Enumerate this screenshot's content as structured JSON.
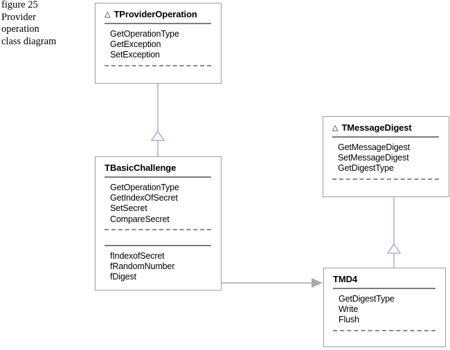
{
  "figure": {
    "caption": "figure 25\nProvider\noperation\nclass diagram"
  },
  "diagram": {
    "type": "uml-class-diagram",
    "colors": {
      "box_border": "#9d9d9d",
      "box_fill": "#ffffff",
      "separator_solid": "#7c7c7c",
      "separator_dashed": "#8a8a8a",
      "inheritance_line": "#b0b0d8",
      "association_line": "#a8a8a8",
      "text": "#000000"
    },
    "abstract_marker": "△",
    "classes": [
      {
        "id": "tprovideroperation",
        "name": "TProviderOperation",
        "abstract": true,
        "methods": [
          "GetOperationType",
          "GetException",
          "SetException"
        ],
        "fields": [],
        "has_trailing_dashed_rule": true,
        "has_field_rule": false
      },
      {
        "id": "tbasicchallenge",
        "name": "TBasicChallenge",
        "abstract": false,
        "methods": [
          "GetOperationType",
          "GetIndexOfSecret",
          "SetSecret",
          "CompareSecret"
        ],
        "fields": [
          "fIndexofSecret",
          "fRandomNumber",
          "fDigest"
        ],
        "has_trailing_dashed_rule": true,
        "has_field_rule": true
      },
      {
        "id": "tmessagedigest",
        "name": "TMessageDigest",
        "abstract": true,
        "methods": [
          "GetMessageDigest",
          "SetMessageDigest",
          "GetDigestType"
        ],
        "fields": [],
        "has_trailing_dashed_rule": true,
        "has_field_rule": false
      },
      {
        "id": "tmd4",
        "name": "TMD4",
        "abstract": false,
        "methods": [
          "GetDigestType",
          "Write",
          "Flush"
        ],
        "fields": [],
        "has_trailing_dashed_rule": true,
        "has_field_rule": false
      }
    ],
    "relations": [
      {
        "id": "rel-inherit-basicchallenge",
        "kind": "inheritance",
        "from": "TBasicChallenge",
        "to": "TProviderOperation",
        "arrowhead": "hollow-triangle"
      },
      {
        "id": "rel-inherit-tmd4",
        "kind": "inheritance",
        "from": "TMD4",
        "to": "TMessageDigest",
        "arrowhead": "hollow-triangle"
      },
      {
        "id": "rel-assoc-basicchallenge-tmd4",
        "kind": "association",
        "from": "TBasicChallenge",
        "to": "TMD4",
        "arrowhead": "solid-arrow"
      }
    ]
  }
}
